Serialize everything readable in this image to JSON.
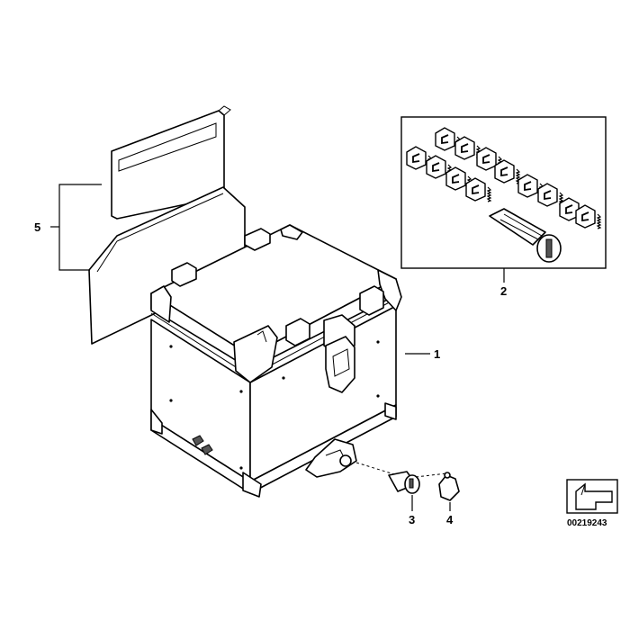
{
  "diagram": {
    "callouts": [
      {
        "id": "callout-1",
        "label": "1"
      },
      {
        "id": "callout-2",
        "label": "2"
      },
      {
        "id": "callout-3",
        "label": "3"
      },
      {
        "id": "callout-4",
        "label": "4"
      },
      {
        "id": "callout-5",
        "label": "5"
      }
    ],
    "reference_number": "00219243",
    "icons": {
      "orientation": "arrow-direction-icon",
      "lock": "lock-cylinder-icon",
      "key": "key-icon"
    },
    "colors": {
      "line": "#000000",
      "background": "#ffffff",
      "shade": "#d9d9d9"
    }
  }
}
